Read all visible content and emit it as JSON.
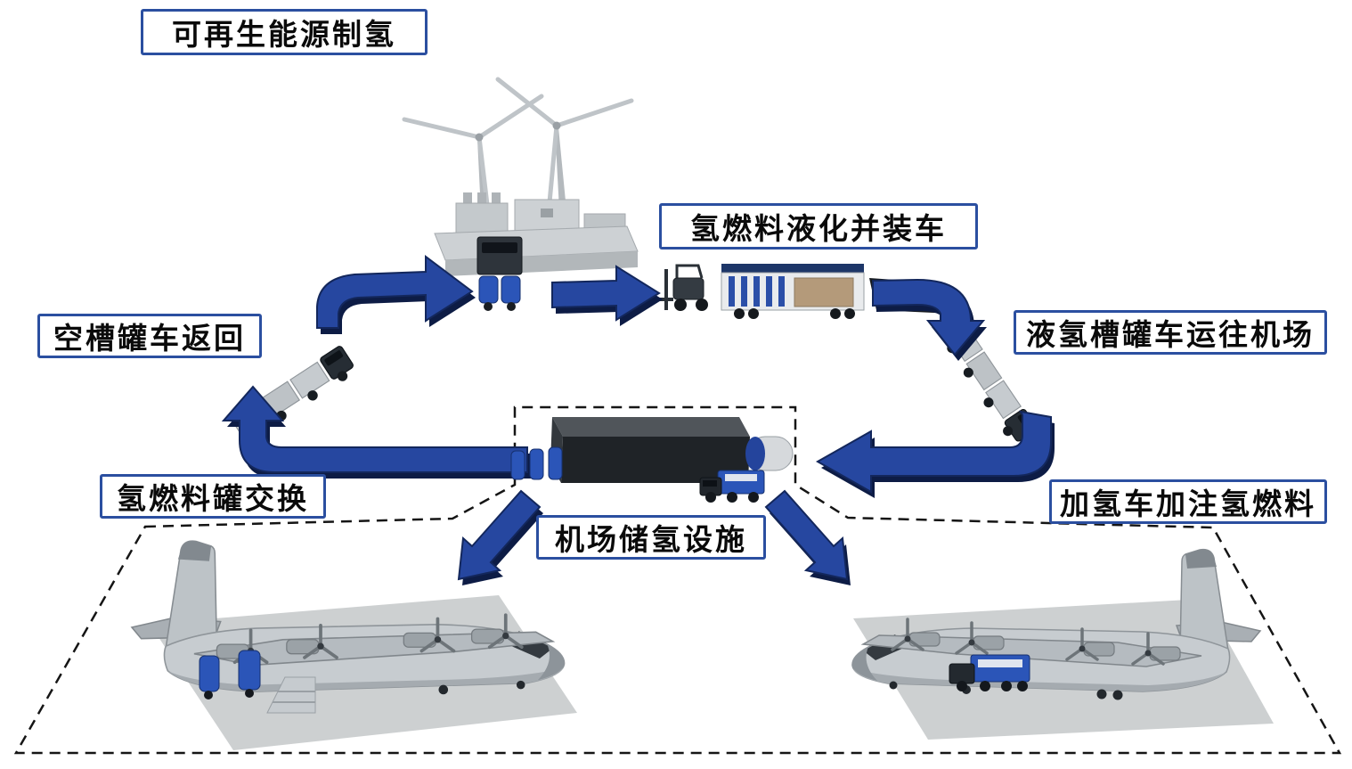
{
  "diagram": {
    "labels": {
      "renewable": "可再生能源制氢",
      "liquefaction": "氢燃料液化并装车",
      "empty_return": "空槽罐车返回",
      "to_airport": "液氢槽罐车运往机场",
      "tank_exchange": "氢燃料罐交换",
      "refueling": "加氢车加注氢燃料",
      "storage": "机场储氢设施"
    },
    "colors": {
      "arrow_fill": "#2647a0",
      "arrow_shadow": "#0d1c45",
      "label_border": "#2b4fa0",
      "boundary_dash": "#151515",
      "hydrogen_blue": "#2b55b8"
    },
    "illustrations": [
      "wind-turbines-icon",
      "hydrogen-plant-icon",
      "loading-truck-icon",
      "forklift-icon",
      "liquefaction-container-icon",
      "loading-ramp-icon",
      "tanker-truck-outbound-icon",
      "tanker-truck-return-icon",
      "storage-building-icon",
      "storage-tank-icon",
      "hydrogen-bottles-icon",
      "delivery-truck-icon",
      "refueling-truck-icon",
      "ground-hydrogen-carts-icon",
      "boarding-stairs-icon",
      "aircraft-left-icon",
      "aircraft-right-icon"
    ]
  }
}
